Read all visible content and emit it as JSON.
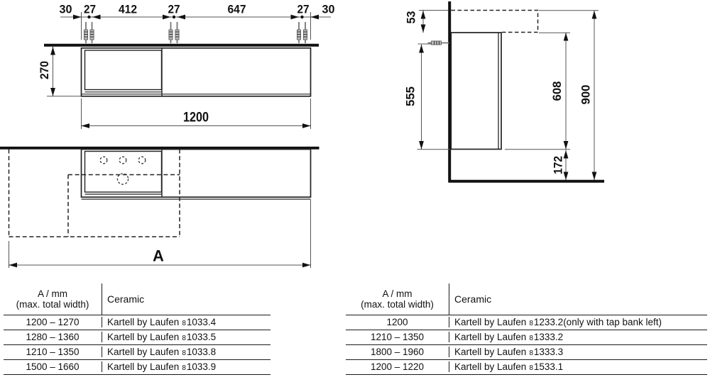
{
  "front_view": {
    "dim_30_left": "30",
    "dim_27_left": "27",
    "dim_412": "412",
    "dim_27_mid": "27",
    "dim_647": "647",
    "dim_27_right": "27",
    "dim_30_right": "30",
    "dim_height": "270",
    "dim_width": "1200"
  },
  "plan_view": {
    "dim_total_width": "A"
  },
  "side_view": {
    "dim_top_offset": "53",
    "dim_cabinet_height": "555",
    "dim_ceramic_to_bottom": "608",
    "dim_total_height": "900",
    "dim_floor_clearance": "172"
  },
  "tables": [
    {
      "header": {
        "col1_line1": "A / mm",
        "col1_line2": "(max. total width)",
        "col2": "Ceramic"
      },
      "rows": [
        {
          "range": "1200 – 1270",
          "brand": "Kartell by Laufen",
          "series": "8",
          "code": "1033.4",
          "note": ""
        },
        {
          "range": "1280 – 1360",
          "brand": "Kartell by Laufen",
          "series": "8",
          "code": "1033.5",
          "note": ""
        },
        {
          "range": "1210 – 1350",
          "brand": "Kartell by Laufen",
          "series": "8",
          "code": "1033.8",
          "note": ""
        },
        {
          "range": "1500 – 1660",
          "brand": "Kartell by Laufen",
          "series": "8",
          "code": "1033.9",
          "note": ""
        }
      ]
    },
    {
      "header": {
        "col1_line1": "A / mm",
        "col1_line2": "(max. total width)",
        "col2": "Ceramic"
      },
      "rows": [
        {
          "range": "1200",
          "brand": "Kartell by Laufen",
          "series": "8",
          "code": "1233.2",
          "note": "(only with tap bank left)"
        },
        {
          "range": "1210 – 1350",
          "brand": "Kartell by Laufen",
          "series": "8",
          "code": "1333.2",
          "note": ""
        },
        {
          "range": "1800 – 1960",
          "brand": "Kartell by Laufen",
          "series": "8",
          "code": "1333.3",
          "note": ""
        },
        {
          "range": "1200 – 1220",
          "brand": "Kartell by Laufen",
          "series": "8",
          "code": "1533.1",
          "note": ""
        }
      ]
    }
  ]
}
